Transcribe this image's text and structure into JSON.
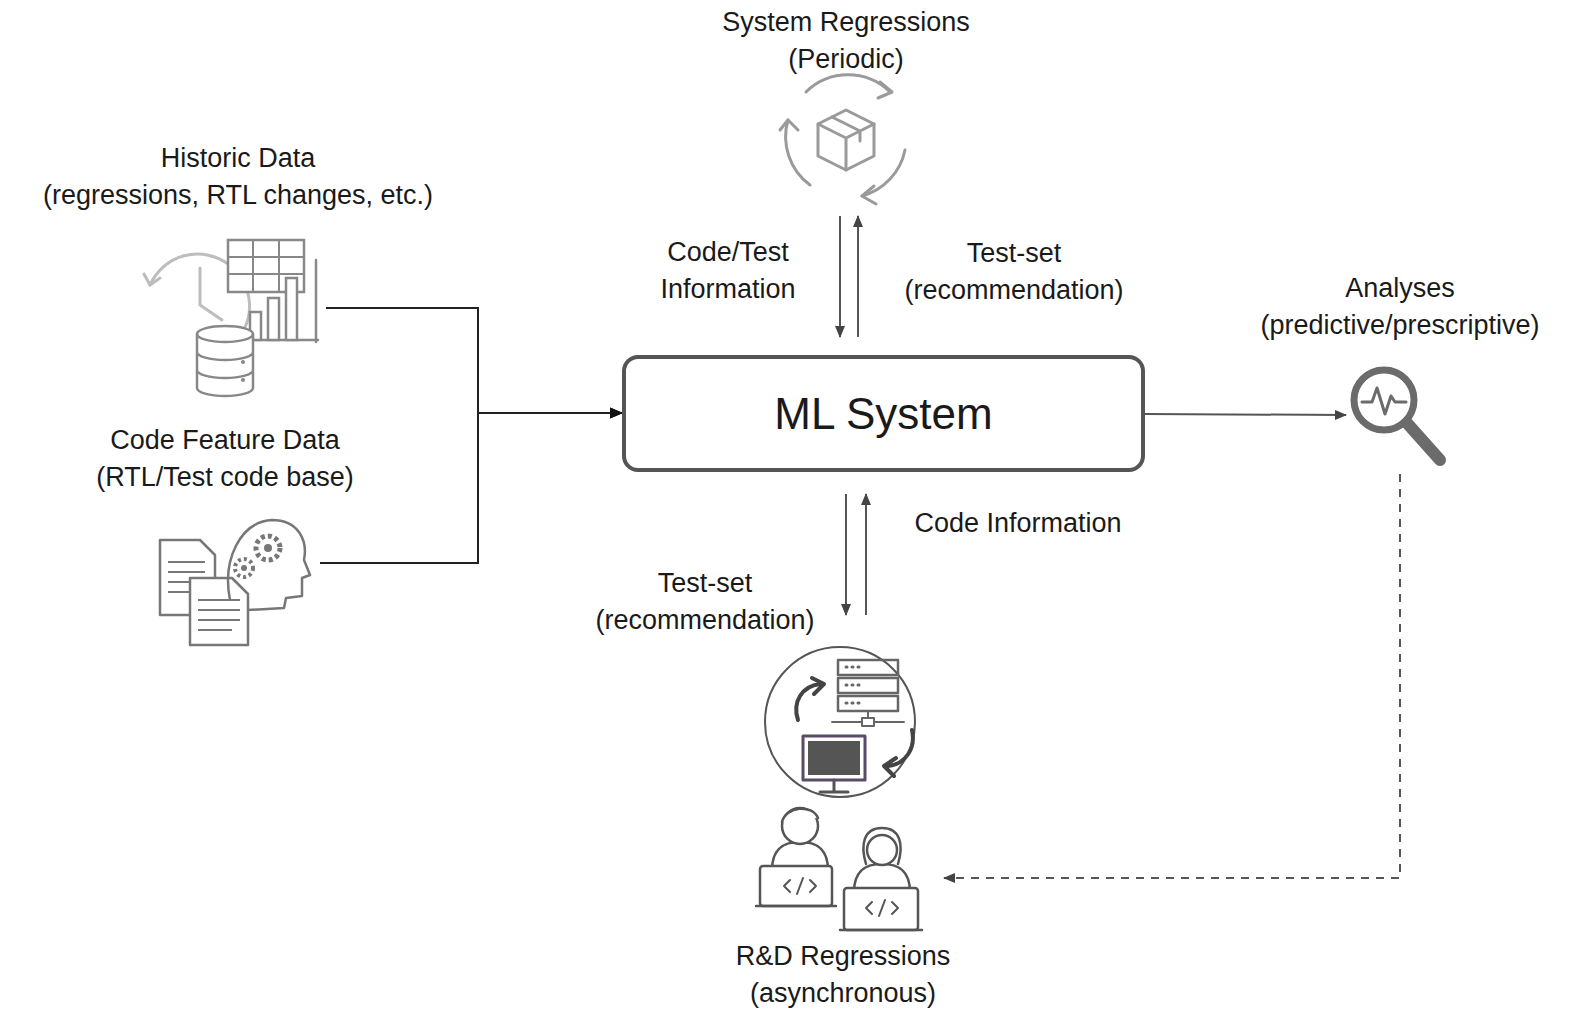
{
  "diagram": {
    "nodes": [
      {
        "text": [
          "Historic Data (regressions, RTL changes, etc.)"
        ]
      },
      {
        "text": [
          "Code Feature Data (RTL/Test code base)"
        ]
      },
      {
        "text": [
          "System Regressions (Periodic)"
        ]
      },
      {
        "text": [
          "ML System"
        ]
      },
      {
        "text": [
          "Analyses (predictive/prescriptive)"
        ]
      },
      {
        "text": [
          "R&D Regressions (asynchronous)"
        ]
      }
    ],
    "edges": [
      {
        "from": 0,
        "to": 3,
        "arrow": "to"
      },
      {
        "from": 1,
        "to": 3,
        "arrow": "to"
      },
      {
        "from": 2,
        "to": 3,
        "label": "Code/Test Information",
        "arrow": "to"
      },
      {
        "from": 3,
        "to": 2,
        "label": "Test-set (recommendation)",
        "arrow": "to"
      },
      {
        "from": 3,
        "to": 4,
        "arrow": "to"
      },
      {
        "from": 5,
        "to": 3,
        "label": "Code Information",
        "arrow": "to"
      },
      {
        "from": 3,
        "to": 5,
        "label": "Test-set (recommendation)",
        "arrow": "to"
      },
      {
        "from": 4,
        "to": 5,
        "arrow": "to"
      }
    ]
  }
}
